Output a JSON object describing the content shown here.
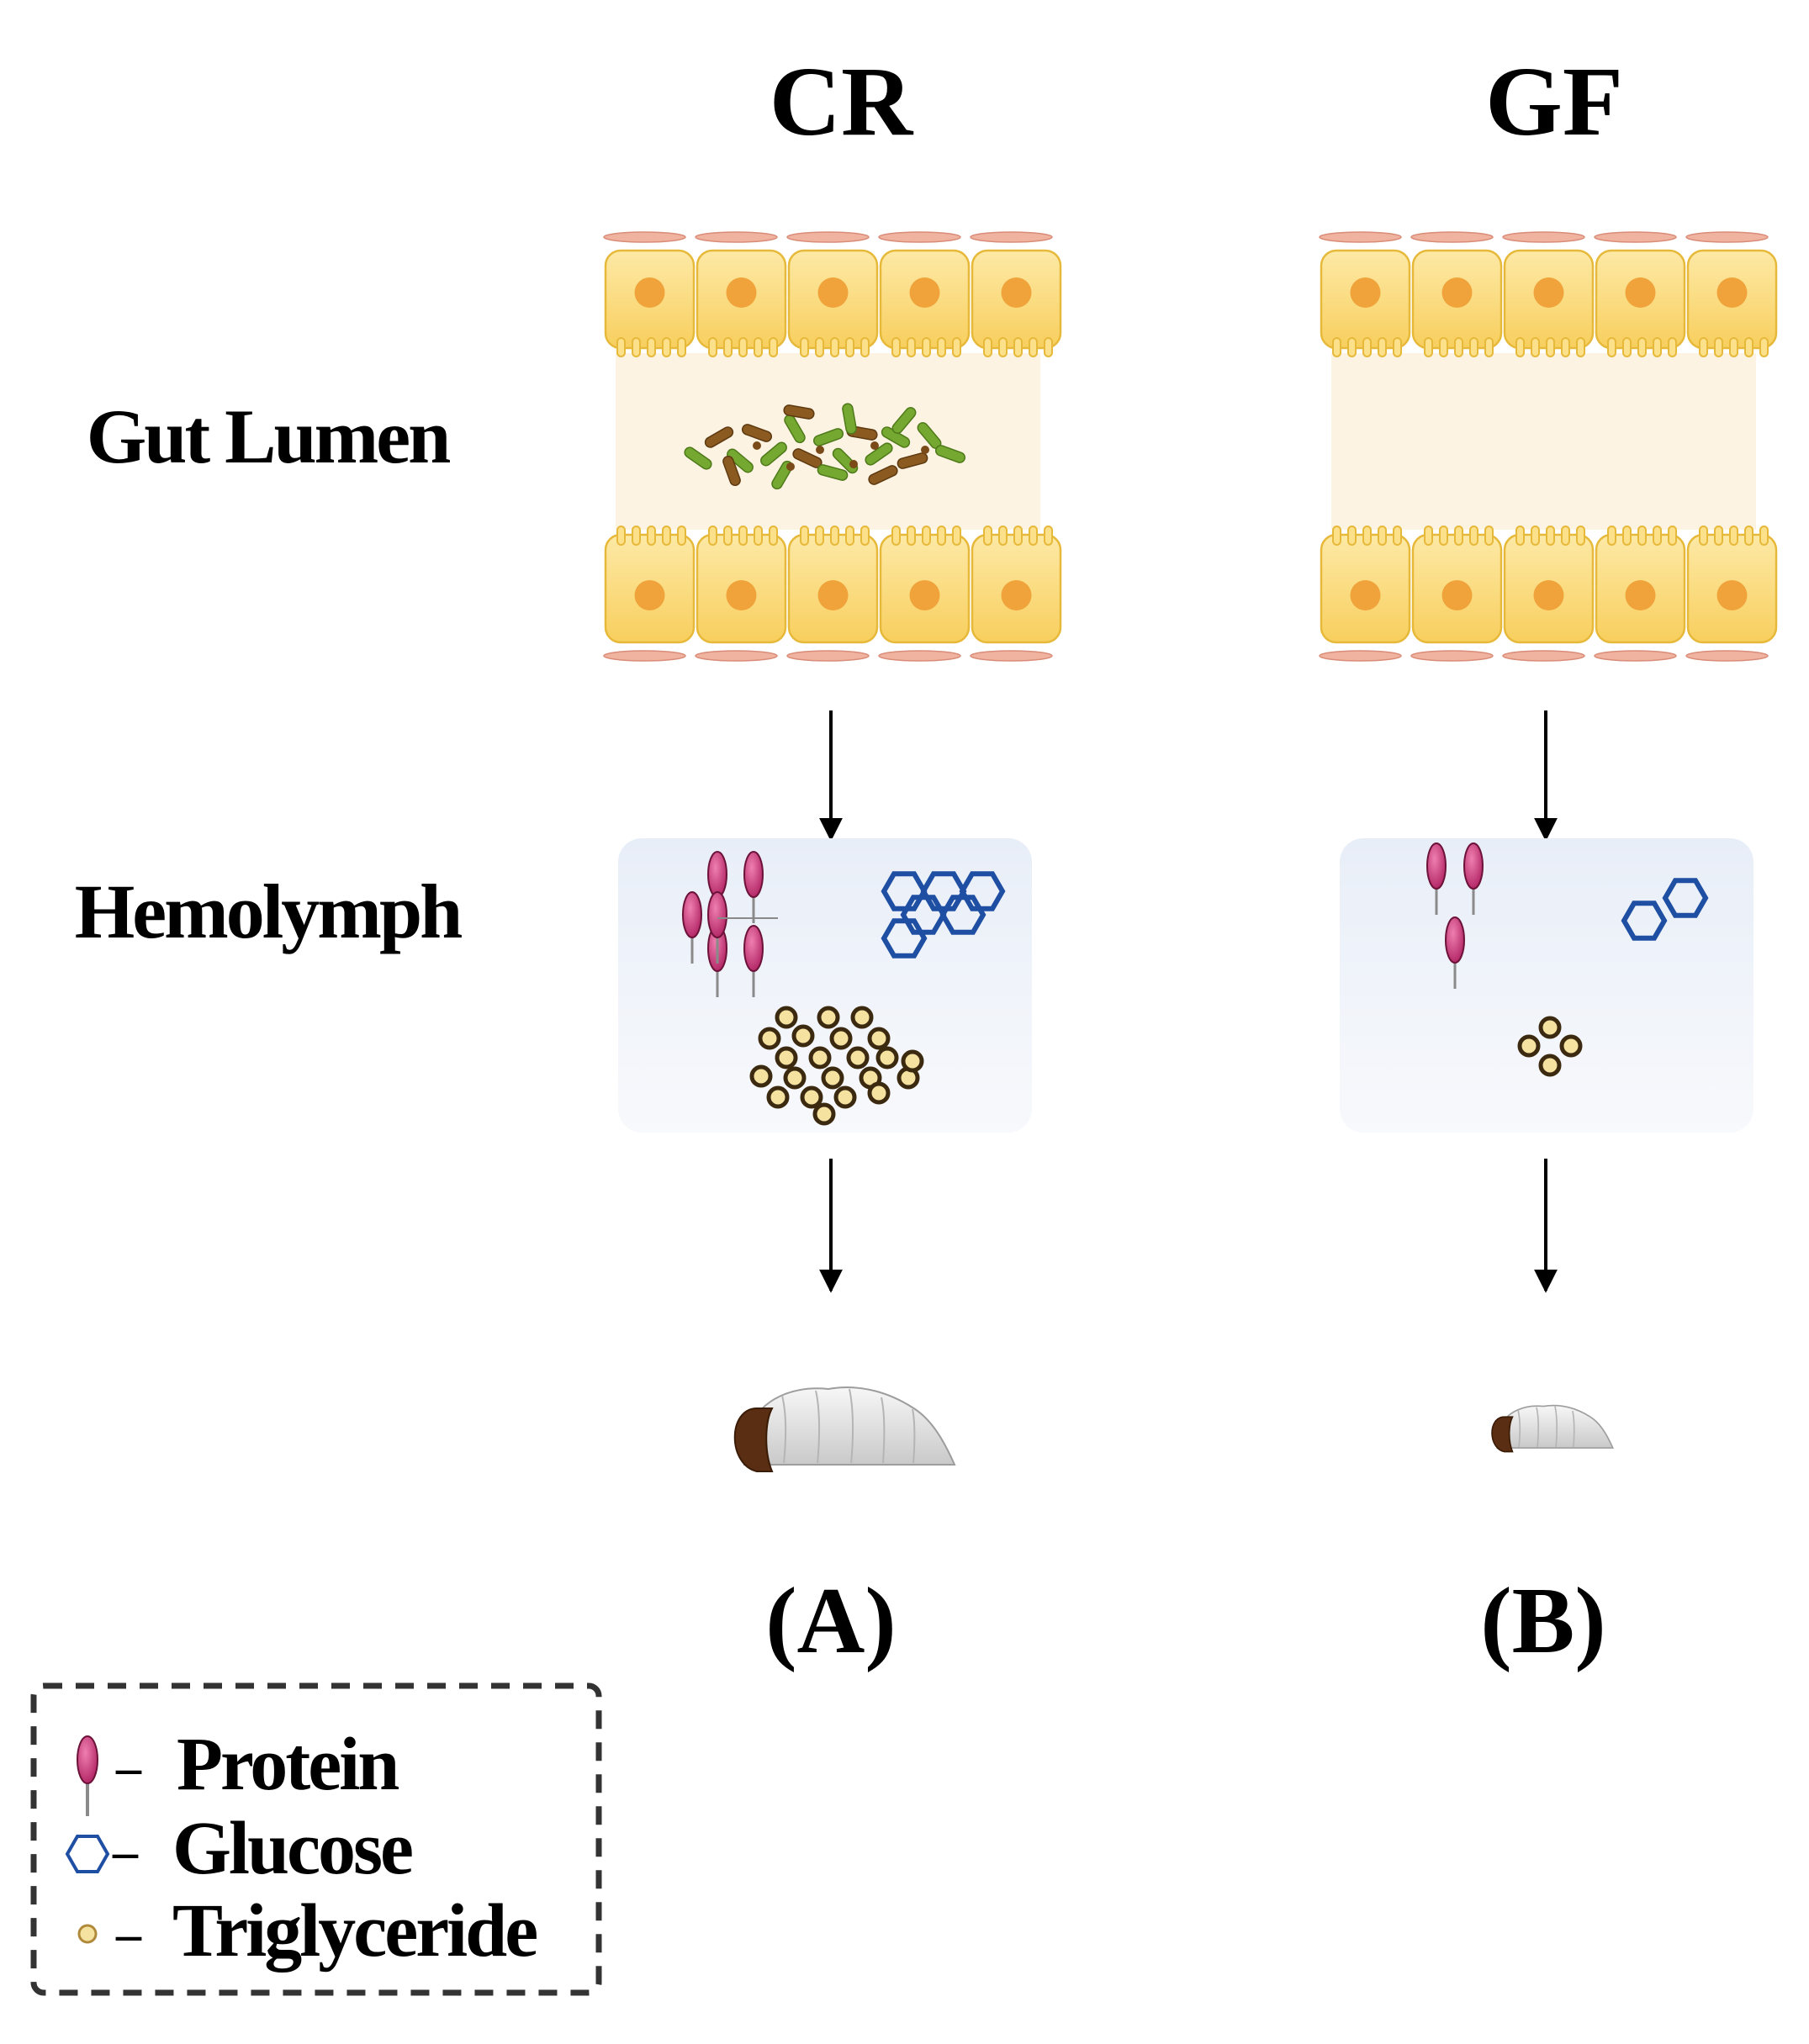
{
  "columns": [
    {
      "id": "cr",
      "title": "CR",
      "panel_label": "(A)",
      "has_bacteria": true
    },
    {
      "id": "gf",
      "title": "GF",
      "panel_label": "(B)",
      "has_bacteria": false
    }
  ],
  "row_labels": {
    "gut_lumen": "Gut Lumen",
    "hemolymph": "Hemolymph"
  },
  "legend": {
    "items": [
      {
        "icon": "protein-icon",
        "dash": "–",
        "label": "Protein"
      },
      {
        "icon": "glucose-icon",
        "dash": "–",
        "label": "Glucose"
      },
      {
        "icon": "triglyceride-icon",
        "dash": "–",
        "label": "Triglyceride"
      }
    ]
  },
  "hemolymph_content": {
    "cr": {
      "protein": 6,
      "glucose": 6,
      "triglyceride": 22
    },
    "gf": {
      "protein": 3,
      "glucose": 2,
      "triglyceride": 4
    }
  },
  "colors": {
    "cell_fill": "#fbdc7d",
    "cell_stroke": "#e7b93b",
    "nucleus": "#f0a33b",
    "muscle": "#f0b3a0",
    "lumen": "#fdf3e3",
    "hemolymph_box": "#eef2f9",
    "protein": "#c2306f",
    "glucose": "#1f4fa3",
    "triglyceride_fill": "#f5e1a0",
    "triglyceride_stroke": "#3b2a10",
    "bacteria_green": "#74a830",
    "bacteria_brown": "#8a5a20",
    "larva_body": "#d8d8d8",
    "larva_head": "#5a2e12"
  }
}
